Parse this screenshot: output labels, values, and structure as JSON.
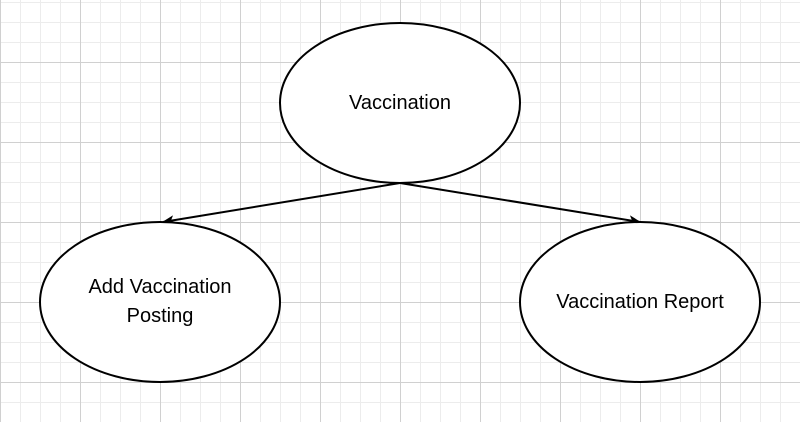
{
  "diagram": {
    "nodes": [
      {
        "id": "vaccination",
        "label": "Vaccination"
      },
      {
        "id": "add-vaccination-posting",
        "label": "Add Vaccination Posting"
      },
      {
        "id": "vaccination-report",
        "label": "Vaccination Report"
      }
    ],
    "edges": [
      {
        "from": "vaccination",
        "to": "add-vaccination-posting"
      },
      {
        "from": "vaccination",
        "to": "vaccination-report"
      }
    ],
    "colors": {
      "stroke": "#000000",
      "fill": "#ffffff",
      "grid": "#d0d0d0"
    }
  }
}
